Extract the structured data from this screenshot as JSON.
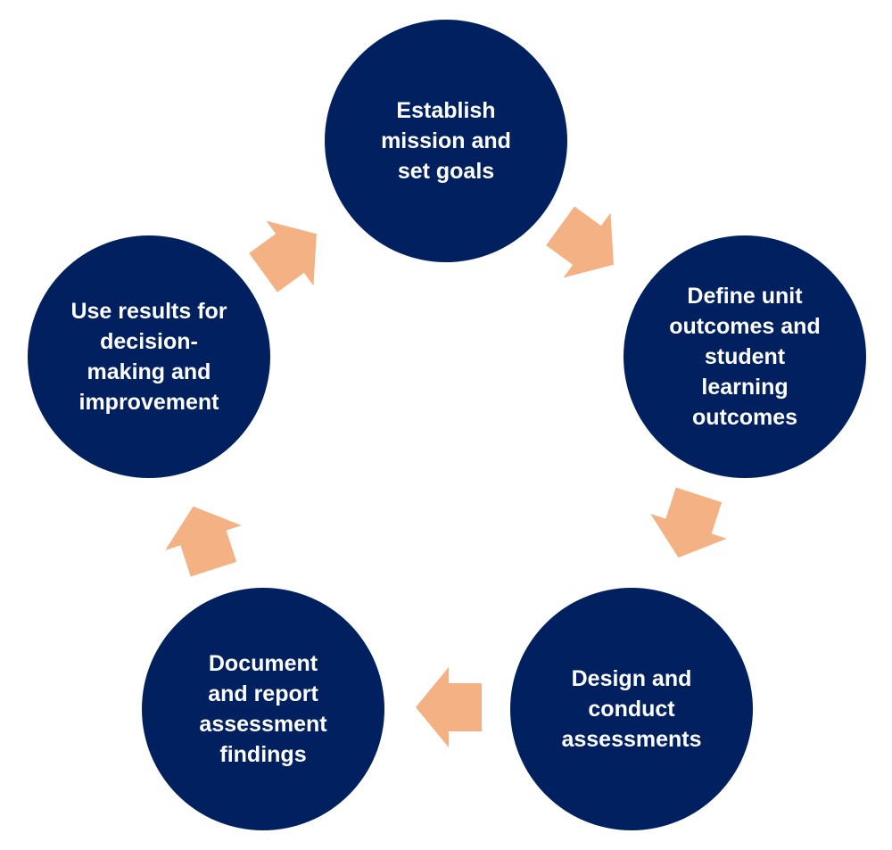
{
  "colors": {
    "circle": "#002060",
    "arrow": "#F4B183",
    "text": "#ffffff"
  },
  "steps": [
    {
      "label": "Establish\nmission and\nset goals"
    },
    {
      "label": "Define unit\noutcomes and\nstudent\nlearning\noutcomes"
    },
    {
      "label": "Design and\nconduct\nassessments"
    },
    {
      "label": "Document\nand report\nassessment\nfindings"
    },
    {
      "label": "Use results for\ndecision-\nmaking and\nimprovement"
    }
  ]
}
